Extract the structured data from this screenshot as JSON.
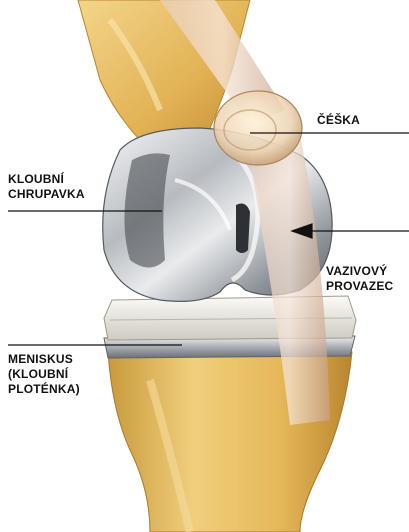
{
  "labels": {
    "cartilage": "KLOUBNÍ\nCHRUPAVKA",
    "patella": "ČÉŠKA",
    "ligament": "VAZIVOVÝ\nPROVAZEC",
    "meniscus": "MENISKUS\n(KLOUBNÍ\nPLOTÉNKA)"
  },
  "colors": {
    "bone": "#e7bd5e",
    "metal": "#c9ccd0",
    "plastic": "#e8e6e0",
    "ligament": "#d8b6a0",
    "leader": "#111111"
  }
}
